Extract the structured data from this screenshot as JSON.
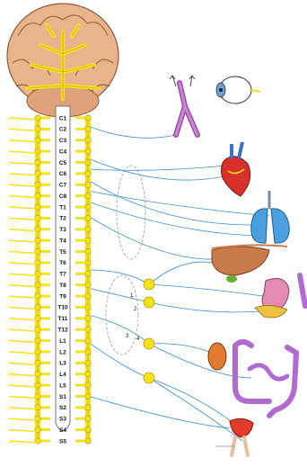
{
  "segments": {
    "cervical": [
      "C1",
      "C2",
      "C3",
      "C4",
      "C5",
      "C6",
      "C7",
      "C8"
    ],
    "thoracic": [
      "T1",
      "T2",
      "T3",
      "T4",
      "T5",
      "T6",
      "T7",
      "T8",
      "T9",
      "T10",
      "T11",
      "T12"
    ],
    "lumbar": [
      "L1",
      "L2",
      "L3",
      "L4",
      "L5"
    ],
    "sacral": [
      "S1",
      "S2",
      "S3",
      "S4",
      "S5"
    ]
  },
  "ganglion_labels": [
    "1",
    "2",
    "3",
    "4"
  ],
  "colors": {
    "nerve": "#f5e21b",
    "nerve_outline": "#b59a00",
    "fiber": "#3a8fd0",
    "brain": "#e9b48c",
    "brain_outline": "#8a5a3a",
    "spinal_cord": "#ffffff",
    "heart": "#d8302a",
    "lungs": "#4aa0e0",
    "liver": "#c97b4a",
    "stomach": "#e48bb5",
    "intestine": "#b06ad0",
    "kidney": "#e07a30",
    "bladder": "#e03a2a"
  },
  "icons": [
    "brain-icon",
    "eye-icon",
    "blood-vessel-icon",
    "heart-icon",
    "lungs-icon",
    "liver-icon",
    "stomach-icon",
    "pancreas-icon",
    "kidney-icon",
    "intestine-icon",
    "bladder-icon",
    "genitals-icon"
  ]
}
